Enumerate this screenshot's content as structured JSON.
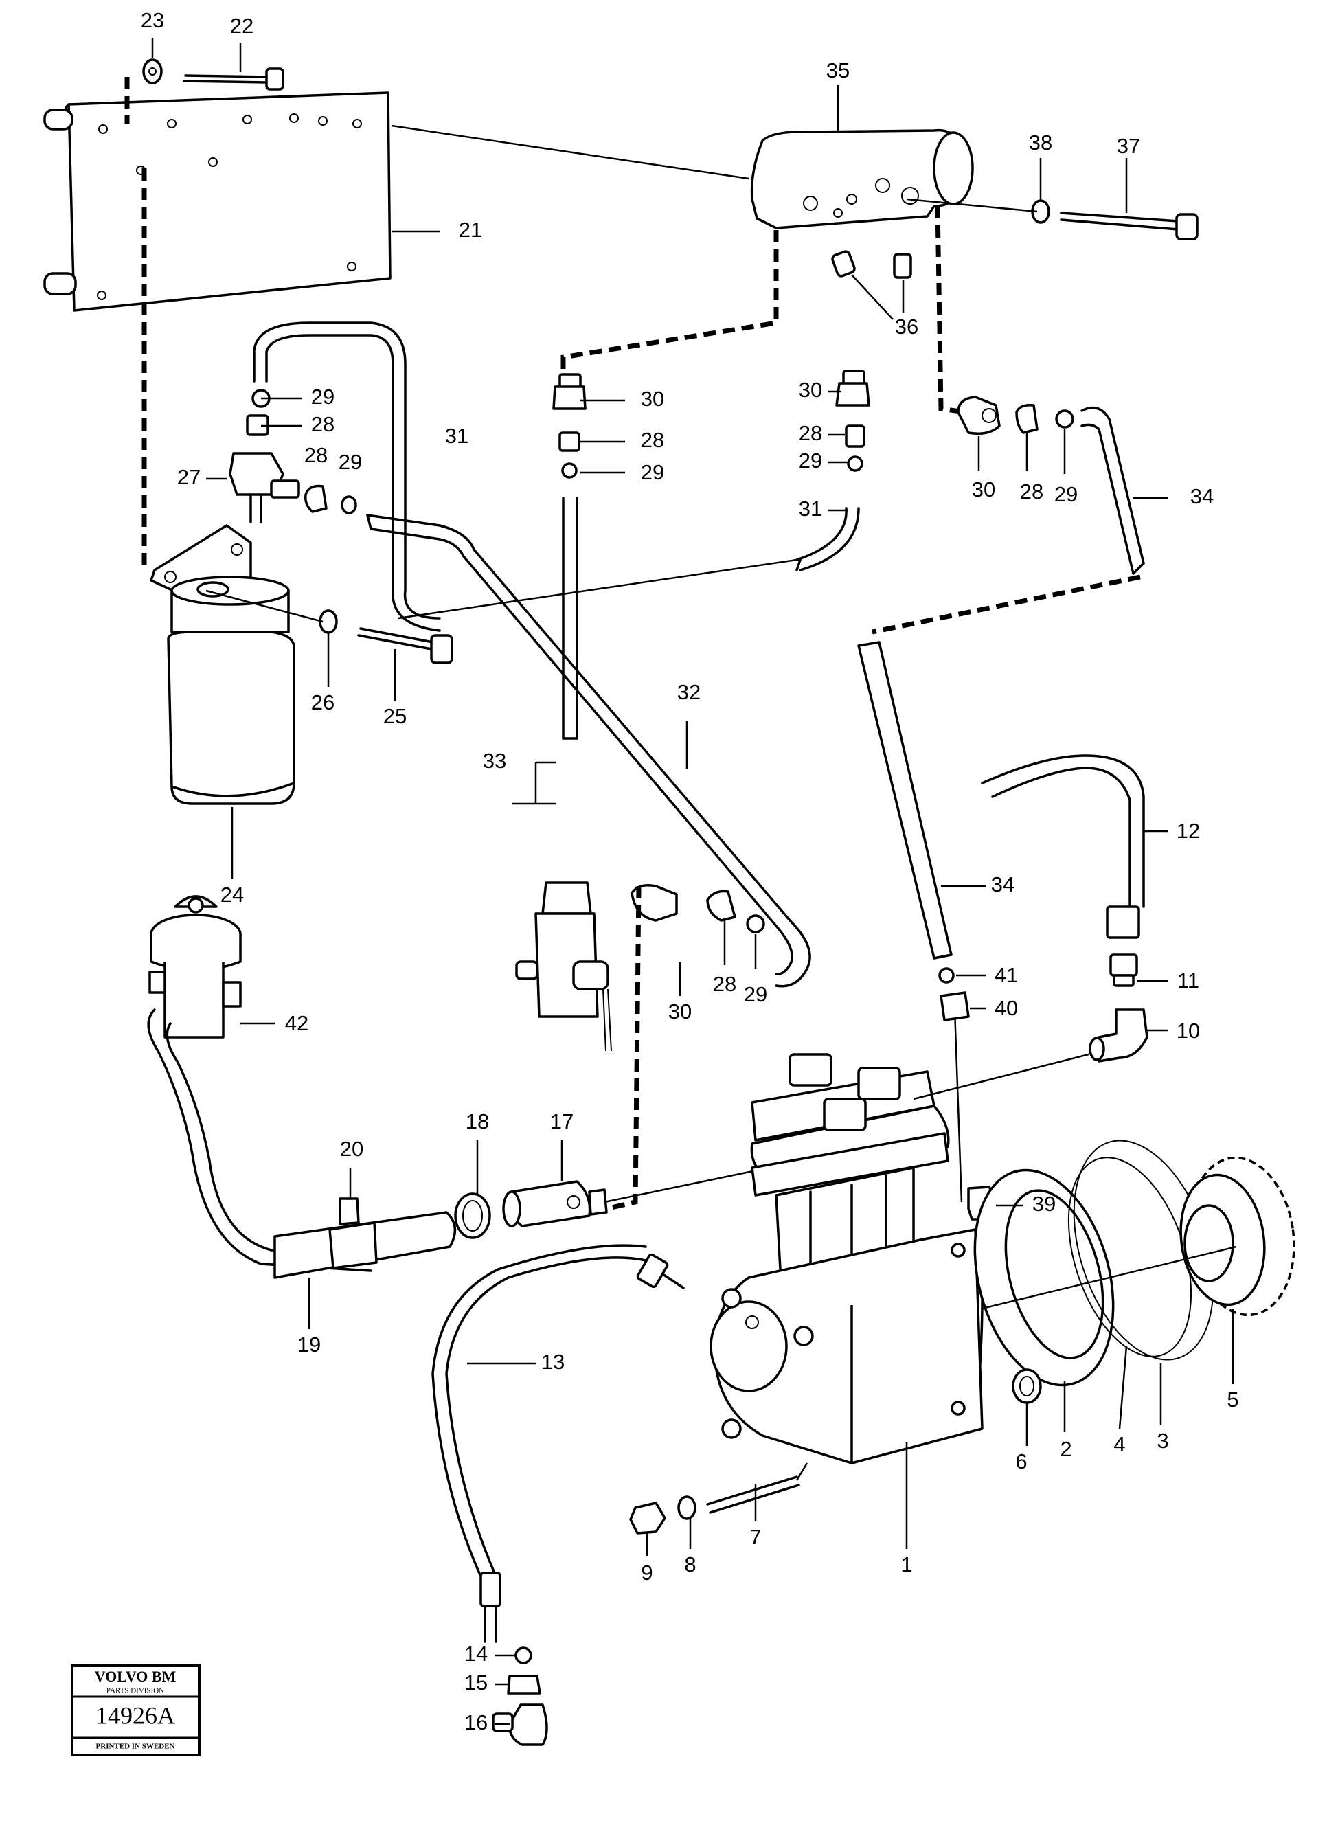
{
  "labels": [
    "1",
    "2",
    "3",
    "4",
    "5",
    "6",
    "7",
    "8",
    "9",
    "10",
    "11",
    "12",
    "13",
    "14",
    "15",
    "16",
    "17",
    "18",
    "19",
    "20",
    "21",
    "22",
    "23",
    "24",
    "25",
    "26",
    "27",
    "28",
    "29",
    "30",
    "31",
    "32",
    "33",
    "34",
    "35",
    "36",
    "37",
    "38",
    "39",
    "40",
    "41",
    "42"
  ],
  "stamp": {
    "brand": "VOLVO BM",
    "division": "PARTS DIVISION",
    "number": "14926A",
    "printed": "PRINTED IN SWEDEN"
  }
}
